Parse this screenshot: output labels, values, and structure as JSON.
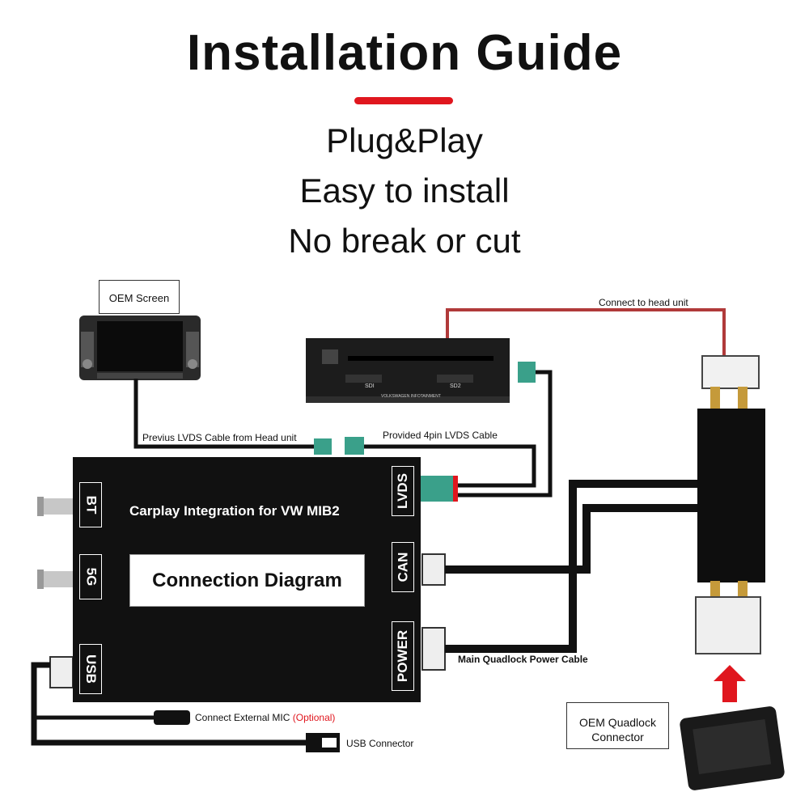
{
  "header": {
    "title": "Installation Guide",
    "lines": [
      "Plug&Play",
      "Easy to install",
      "No break or cut"
    ]
  },
  "labels": {
    "oem_screen": "OEM Screen",
    "connect_head_unit": "Connect to head unit",
    "previous_lvds": "Previus LVDS Cable from Head unit",
    "provided_lvds": "Provided 4pin LVDS Cable",
    "main_power": "Main Quadlock Power Cable",
    "mic": "Connect External MIC",
    "mic_optional": "(Optional)",
    "usb_connector": "USB Connector",
    "oem_quadlock": "OEM Quadlock Connector"
  },
  "head_unit": {
    "slot_left": "SDI",
    "slot_right": "SD2",
    "brand": "VOLKSWAGEN INFOTAINMENT"
  },
  "module": {
    "title": "Carplay Integration for VW MIB2",
    "center_label": "Connection Diagram",
    "ports_left": [
      "BT",
      "5G",
      "USB"
    ],
    "ports_right": [
      "LVDS",
      "CAN",
      "POWER"
    ]
  },
  "colors": {
    "accent_red": "#e0161e",
    "head_unit_wire": "#b03a3a",
    "lvds_connector": "#3aa08a",
    "optional_text": "#e0161e"
  }
}
